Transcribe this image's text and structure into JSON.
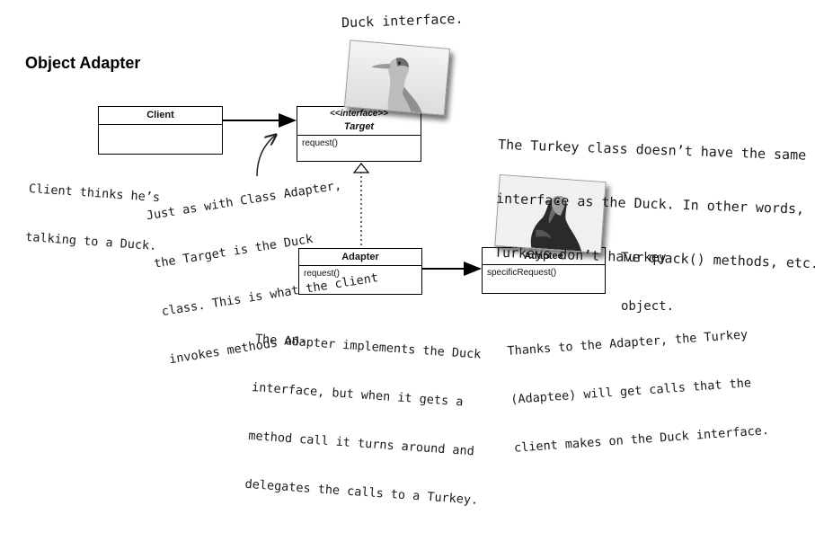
{
  "title": "Object Adapter",
  "classes": {
    "client": {
      "name": "Client"
    },
    "target": {
      "stereotype": "<<interface>>",
      "name": "Target",
      "method": "request()"
    },
    "adapter": {
      "name": "Adapter",
      "method": "request()"
    },
    "adaptee": {
      "name": "Adaptee",
      "method": "specificRequest()"
    }
  },
  "notes": {
    "duck_interface": "Duck interface.",
    "client": [
      "Client thinks he’s",
      "talking to a Duck."
    ],
    "target": [
      "Just as with Class Adapter,",
      "the Target is the Duck",
      "class. This is what the client",
      "invokes methods on."
    ],
    "turkey_class": [
      "The Turkey class doesn’t have the same",
      "interface as the Duck. In other words,",
      "Turkeys don’t have quack() methods, etc."
    ],
    "turkey_object": [
      "Turkey",
      "object."
    ],
    "adapter": [
      "The Adapter implements the Duck",
      "interface, but when it gets a",
      "method call it turns around and",
      "delegates the calls to a Turkey."
    ],
    "adaptee": [
      "Thanks to the Adapter, the Turkey",
      "(Adaptee) will get calls that the",
      "client makes on the Duck interface."
    ]
  },
  "images": {
    "duck": "duck-photo",
    "turkey": "turkey-photo"
  }
}
